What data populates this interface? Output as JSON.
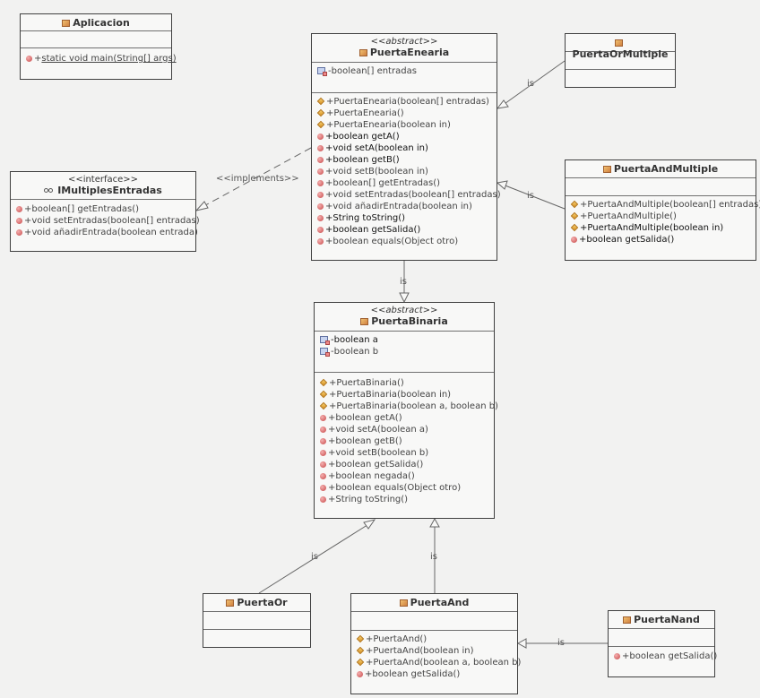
{
  "classes": {
    "aplicacion": {
      "name": "Aplicacion",
      "op": "static void main(String[] args)",
      "vis": "+"
    },
    "ime": {
      "stereotype": "<<interface>>",
      "name": "IMultiplesEntradas",
      "ops": [
        "+boolean[] getEntradas()",
        "+void setEntradas(boolean[] entradas)",
        "+void añadirEntrada(boolean entrada)"
      ]
    },
    "pe": {
      "stereotype_open": "<<",
      "stereotype_word": "abstract",
      "stereotype_close": ">>",
      "name": "PuertaEnearia",
      "field": "-boolean[] entradas",
      "ctors": [
        "+PuertaEnearia(boolean[] entradas)",
        "+PuertaEnearia()",
        "+PuertaEnearia(boolean in)"
      ],
      "ops": [
        "+boolean getA()",
        "+void setA(boolean in)",
        "+boolean getB()",
        "+void setB(boolean in)",
        "+boolean[] getEntradas()",
        "+void setEntradas(boolean[] entradas)",
        "+void añadirEntrada(boolean in)",
        "+String toString()",
        "+boolean getSalida()",
        "+boolean equals(Object otro)"
      ]
    },
    "pom": {
      "name": "PuertaOrMultiple"
    },
    "pam": {
      "name": "PuertaAndMultiple",
      "ctors": [
        "+PuertaAndMultiple(boolean[] entradas)",
        "+PuertaAndMultiple()",
        "+PuertaAndMultiple(boolean in)"
      ],
      "ops": [
        "+boolean getSalida()"
      ]
    },
    "pb": {
      "stereotype_open": "<<",
      "stereotype_word": "abstract",
      "stereotype_close": ">>",
      "name": "PuertaBinaria",
      "fields": [
        "-boolean a",
        "-boolean b"
      ],
      "ctors": [
        "+PuertaBinaria()",
        "+PuertaBinaria(boolean in)",
        "+PuertaBinaria(boolean a, boolean b)"
      ],
      "ops": [
        "+boolean getA()",
        "+void setA(boolean a)",
        "+boolean getB()",
        "+void setB(boolean b)",
        "+boolean getSalida()",
        "+boolean negada()",
        "+boolean equals(Object otro)",
        "+String toString()"
      ]
    },
    "por": {
      "name": "PuertaOr"
    },
    "pand": {
      "name": "PuertaAnd",
      "ctors": [
        "+PuertaAnd()",
        "+PuertaAnd(boolean in)",
        "+PuertaAnd(boolean a, boolean b)"
      ],
      "ops": [
        "+boolean getSalida()"
      ]
    },
    "pnand": {
      "name": "PuertaNand",
      "ops": [
        "+boolean getSalida()"
      ]
    }
  },
  "relations": {
    "implements_label": "<<implements>>",
    "is_label": "is"
  },
  "colors": {
    "background": "#f2f2f1",
    "box": "#f8f8f7",
    "line": "#404040"
  }
}
